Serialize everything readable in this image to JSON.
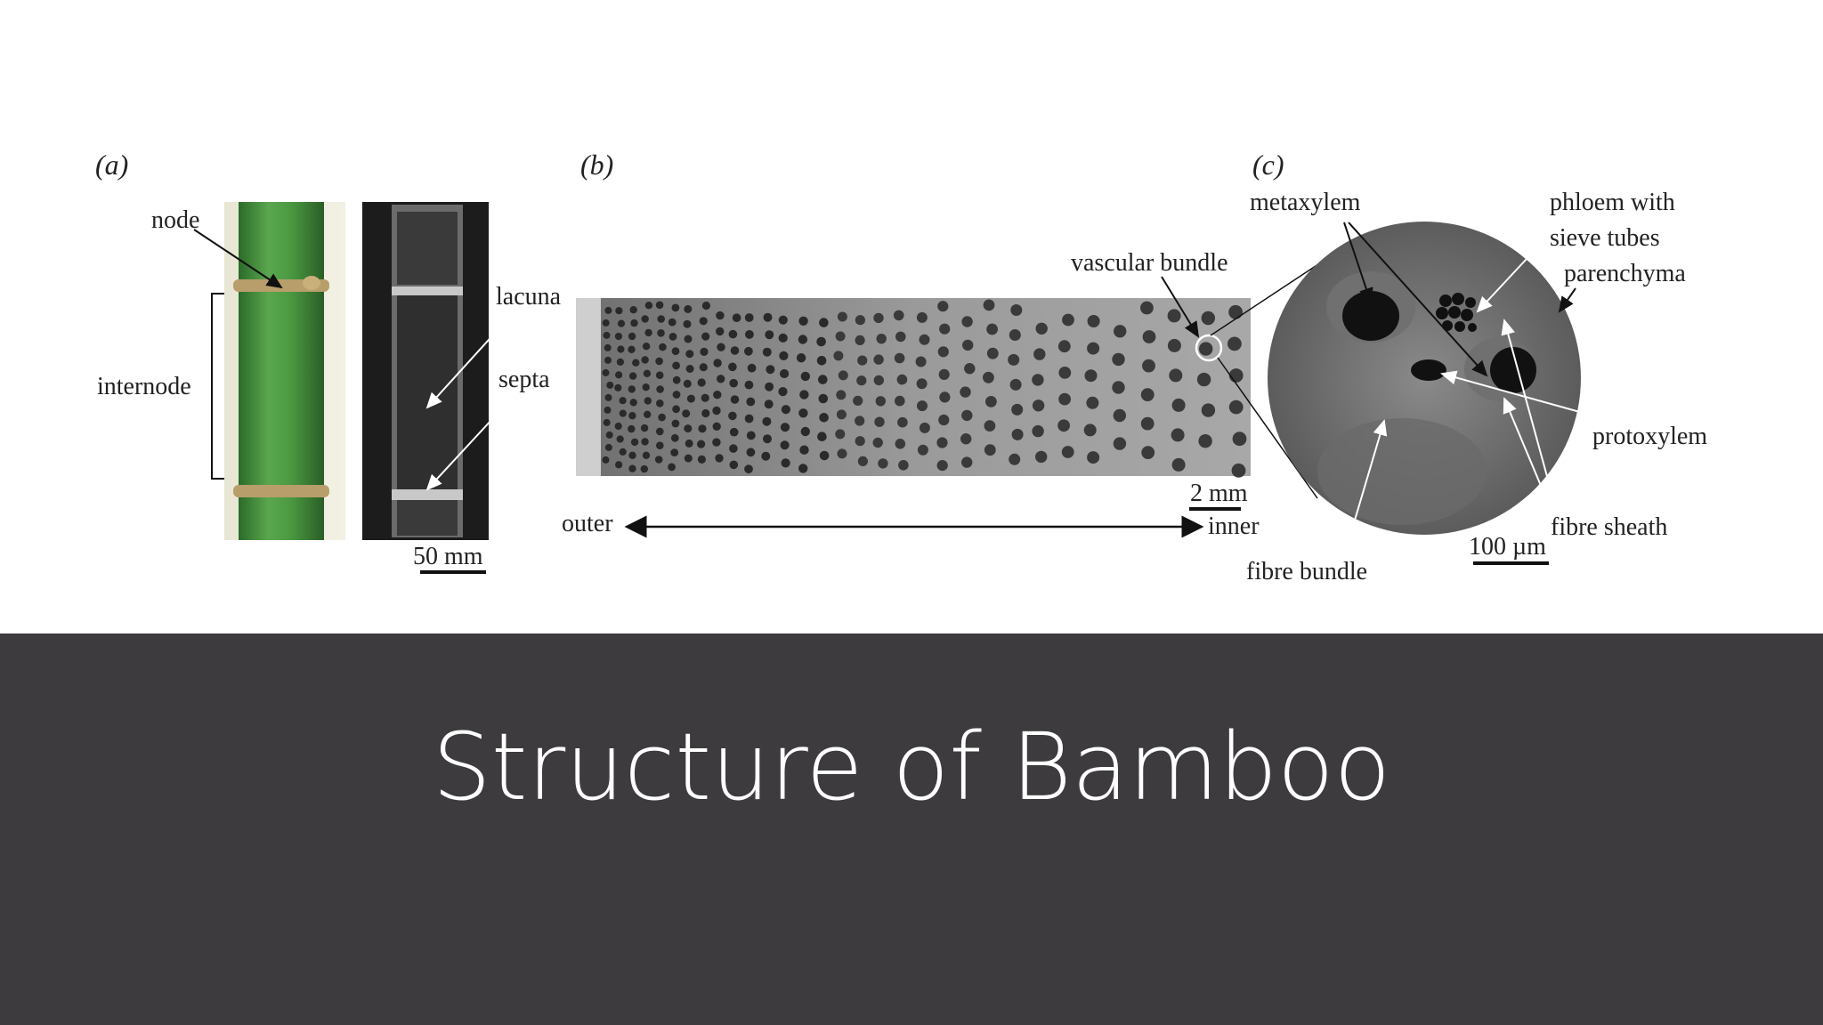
{
  "slide": {
    "title": "Structure of Bamboo",
    "banner_color": "#3d3b3e"
  },
  "figure": {
    "panel_a": {
      "label": "(a)",
      "node": "node",
      "internode": "internode",
      "lacuna": "lacuna",
      "septa": "septa",
      "scale": "50 mm"
    },
    "panel_b": {
      "label": "(b)",
      "vascular_bundle": "vascular bundle",
      "scale": "2 mm",
      "outer": "outer",
      "inner": "inner"
    },
    "panel_c": {
      "label": "(c)",
      "metaxylem": "metaxylem",
      "phloem_line1": "phloem with",
      "phloem_line2": "sieve tubes",
      "parenchyma": "parenchyma",
      "protoxylem": "protoxylem",
      "fibre_sheath": "fibre sheath",
      "fibre_bundle": "fibre bundle",
      "scale": "100 µm"
    },
    "colors": {
      "stem_green": "#3f8f3a",
      "micrograph_gray": "#8c8c8c",
      "text": "#222222"
    }
  }
}
